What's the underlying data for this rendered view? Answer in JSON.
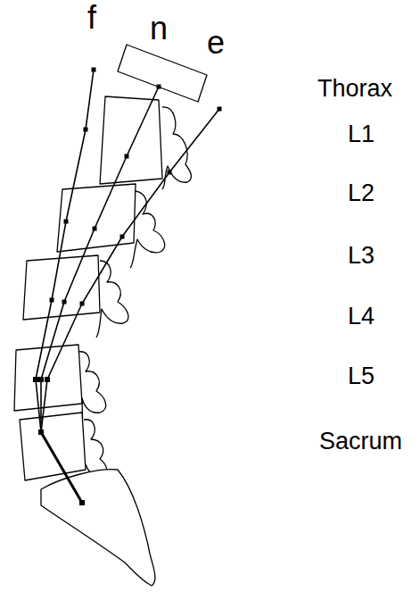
{
  "diagram": {
    "labels": [
      "f",
      "n",
      "e",
      "Thorax",
      "L1",
      "L2",
      "L3",
      "L4",
      "L5",
      "Sacrum"
    ]
  }
}
